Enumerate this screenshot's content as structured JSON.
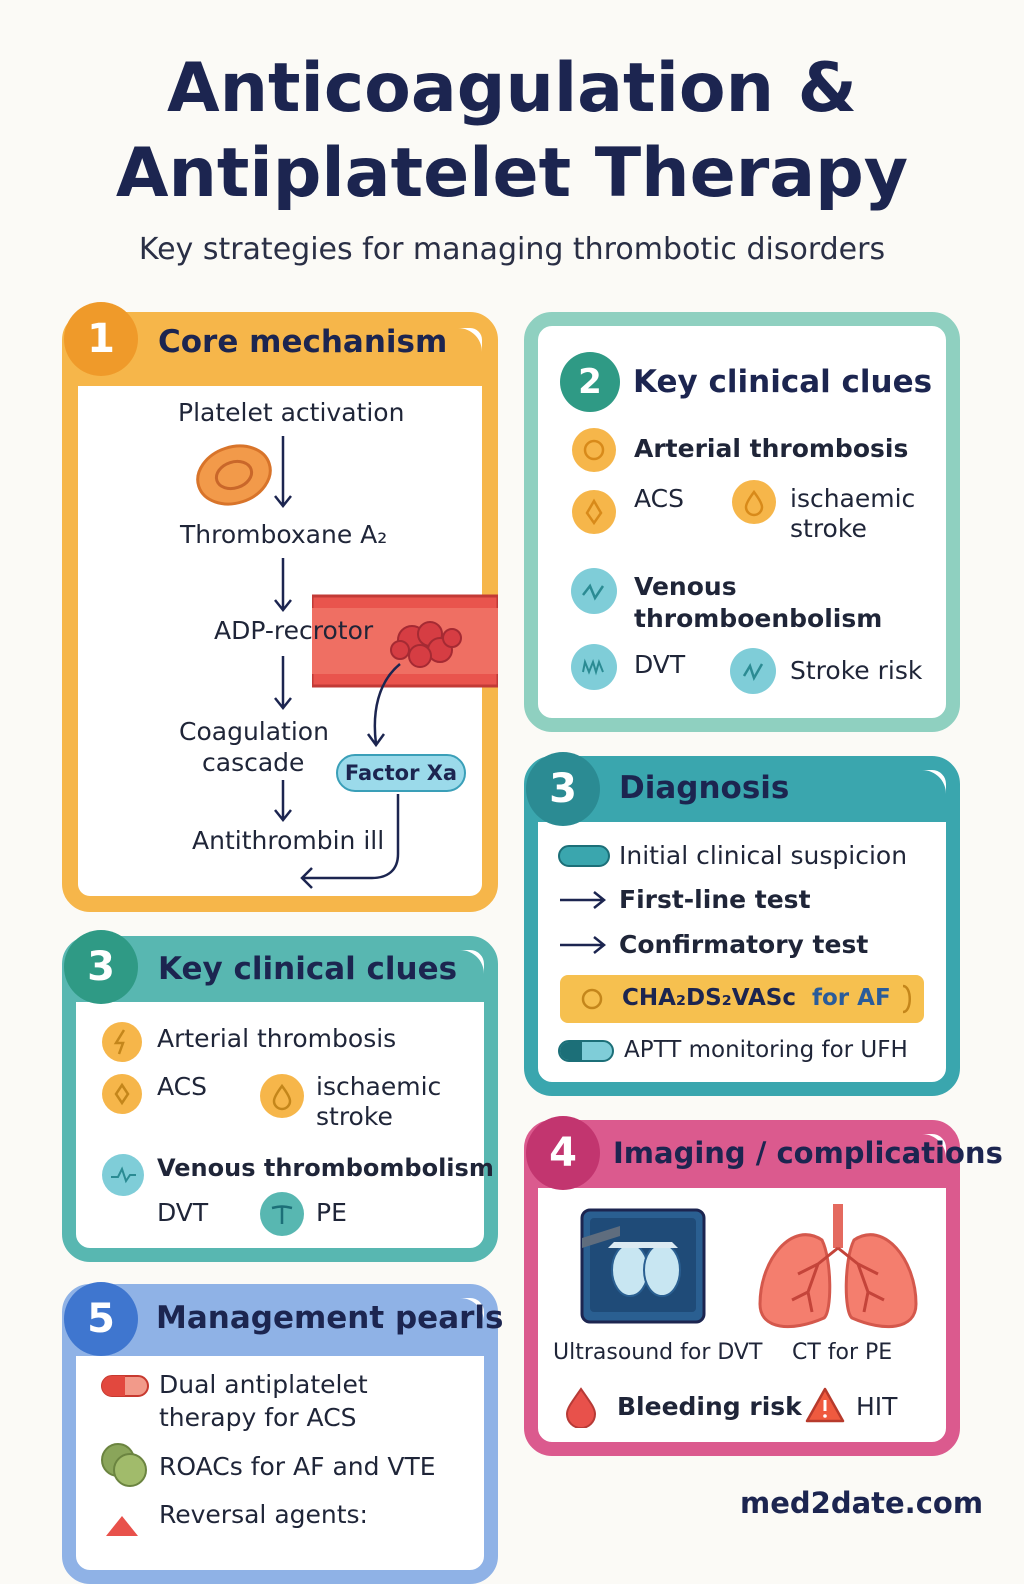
{
  "header": {
    "title_line1": "Anticoagulation &",
    "title_line2": "Antiplatelet Therapy",
    "subtitle": "Key strategies for managing thrombotic disorders"
  },
  "colors": {
    "orange": "#f6b64a",
    "orange_badge": "#ef9a2a",
    "teal": "#5fbfab",
    "teal_badge": "#2f9a85",
    "blue_teal": "#3aa6ae",
    "blue_teal_badge": "#2b8b93",
    "pink": "#db5a8e",
    "pink_badge": "#c2356f",
    "blue": "#6f9ee0",
    "blue_badge": "#3f76cf",
    "navy": "#1c2550"
  },
  "card1": {
    "number": "1",
    "title": "Core mechanism",
    "steps": {
      "platelet": "Platelet activation",
      "thromboxane": "Thromboxane A₂",
      "adp": "ADP-recrotor",
      "coag1": "Coagulation",
      "coag2": "cascade",
      "factor": "Factor Xa",
      "antithrombin": "Antithrombin ill"
    },
    "icons": [
      "platelet-icon",
      "blood-vessel-clot-icon"
    ]
  },
  "card2": {
    "number": "2",
    "title": "Key clinical clues",
    "arterial": "Arterial thrombosis",
    "acs": "ACS",
    "stroke1": "ischaemic",
    "stroke2": "stroke",
    "venous1": "Venous",
    "venous2": "thromboenbolism",
    "dvt": "DVT",
    "stroke_risk": "Stroke risk"
  },
  "card3a": {
    "number": "3",
    "title": "Diagnosis",
    "items": {
      "suspicion": "Initial clinical suspicion",
      "first": "First-line test",
      "confirm": "Confirmatory test",
      "score": "CHA₂DS₂VASc",
      "score_suffix": "for AF",
      "aptt": "APTT monitoring for UFH"
    }
  },
  "card3b": {
    "number": "3",
    "title": "Key clinical clues",
    "arterial": "Arterial thrombosis",
    "acs": "ACS",
    "stroke1": "ischaemic",
    "stroke2": "stroke",
    "venous": "Venous thrombombolism",
    "dvt": "DVT",
    "pe": "PE"
  },
  "card4": {
    "number": "4",
    "title": "Imaging / complications",
    "us": "Ultrasound for DVT",
    "ct": "CT for PE",
    "bleeding": "Bleeding risk",
    "hit": "HIT"
  },
  "card5": {
    "number": "5",
    "title": "Management pearls",
    "dapt1": "Dual antiplatelet",
    "dapt2": "therapy for ACS",
    "roacs": "ROACs for AF and VTE",
    "reversal": "Reversal agents:"
  },
  "footer": {
    "brand": "med2date.com"
  }
}
